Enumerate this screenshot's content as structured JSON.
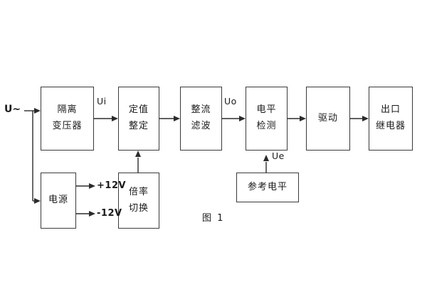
{
  "figure": {
    "caption": "图 1",
    "source_label": "U~",
    "signal_labels": {
      "ui": "Ui",
      "uo": "Uo",
      "ue": "Ue"
    },
    "power_rails": [
      {
        "name": "positive-rail",
        "label": "+12V"
      },
      {
        "name": "negative-rail",
        "label": "-12V"
      }
    ],
    "blocks": [
      {
        "name": "isolation-transformer",
        "line1": "隔离",
        "line2": "变压器"
      },
      {
        "name": "setting-value",
        "line1": "定值",
        "line2": "整定"
      },
      {
        "name": "rectifier-filter",
        "line1": "整流",
        "line2": "滤波"
      },
      {
        "name": "level-detection",
        "line1": "电平",
        "line2": "检测"
      },
      {
        "name": "driver",
        "line1": "驱动",
        "line2": ""
      },
      {
        "name": "output-relay",
        "line1": "出口",
        "line2": "继电器"
      },
      {
        "name": "power-supply",
        "line1": "电源",
        "line2": ""
      },
      {
        "name": "multiplier-switch",
        "line1": "倍率",
        "line2": "切换"
      },
      {
        "name": "reference-level",
        "line1": "参考电平",
        "line2": ""
      }
    ],
    "colors": {
      "box_border": "#3a3a3a",
      "wire": "#2b2b2b",
      "text": "#1a1a1a",
      "background": "#ffffff"
    }
  }
}
